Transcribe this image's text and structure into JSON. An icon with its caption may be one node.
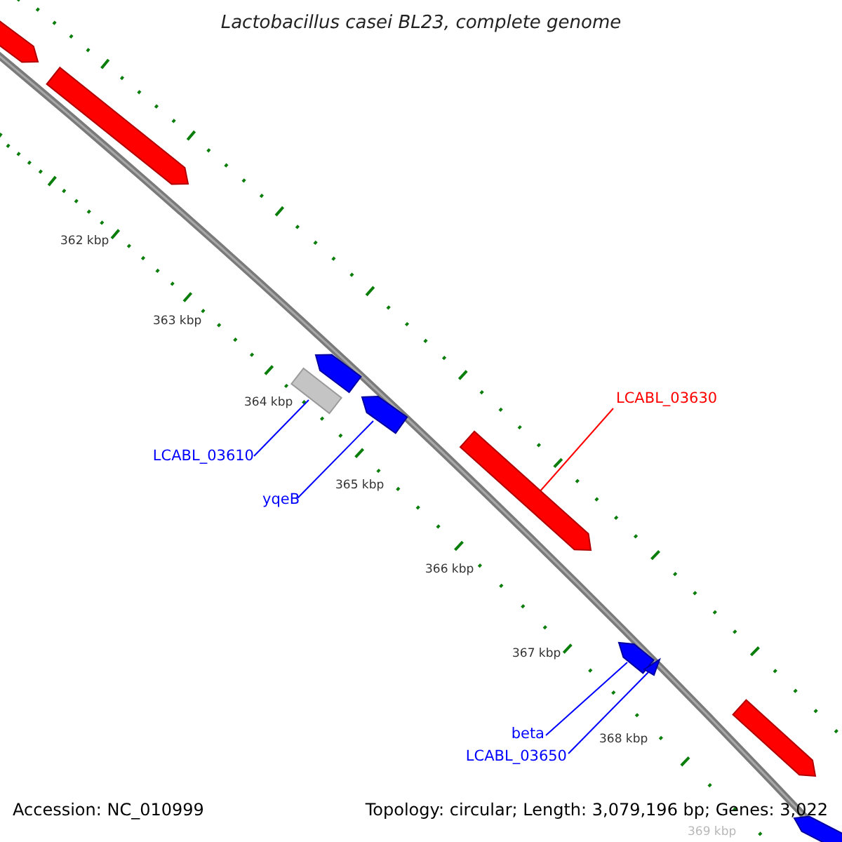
{
  "diagram": {
    "title": "Lactobacillus casei BL23, complete genome",
    "nodes": [
      {
        "text": [
          "LCABL_03630"
        ]
      },
      {
        "text": [],
        "shape": "arrow"
      },
      {
        "text": [],
        "shape": "box"
      },
      {
        "text": [
          "LCABL_03610"
        ]
      },
      {
        "text": [],
        "shape": "arrow"
      },
      {
        "text": [
          "yqeB"
        ]
      },
      {
        "text": [],
        "shape": "arrow"
      },
      {
        "text": [],
        "shape": "triangle"
      },
      {
        "text": [
          "beta"
        ]
      },
      {
        "text": [
          "LCABL_03650"
        ]
      },
      {
        "text": [],
        "shape": "arrow"
      },
      {
        "text": [],
        "shape": "arrow"
      },
      {
        "text": [],
        "shape": "arrow"
      },
      {
        "text": [],
        "shape": "arrow"
      },
      {
        "text": [],
        "shape": "arrow"
      }
    ],
    "edges": [
      {
        "from": 0,
        "to": 1,
        "arrow": "none",
        "color": "#ff0000"
      },
      {
        "from": 3,
        "to": 2,
        "arrow": "none"
      },
      {
        "from": 5,
        "to": 4,
        "arrow": "none"
      },
      {
        "from": 8,
        "to": 6,
        "arrow": "none"
      },
      {
        "from": 9,
        "to": 7,
        "arrow": "none"
      }
    ],
    "labels": [
      "362 kbp",
      "363 kbp",
      "364 kbp",
      "365 kbp",
      "366 kbp",
      "367 kbp",
      "368 kbp",
      "369 kbp",
      "Accession: NC_010999",
      "Topology: circular; Length: 3,079,196 bp; Genes: 3,022"
    ]
  }
}
